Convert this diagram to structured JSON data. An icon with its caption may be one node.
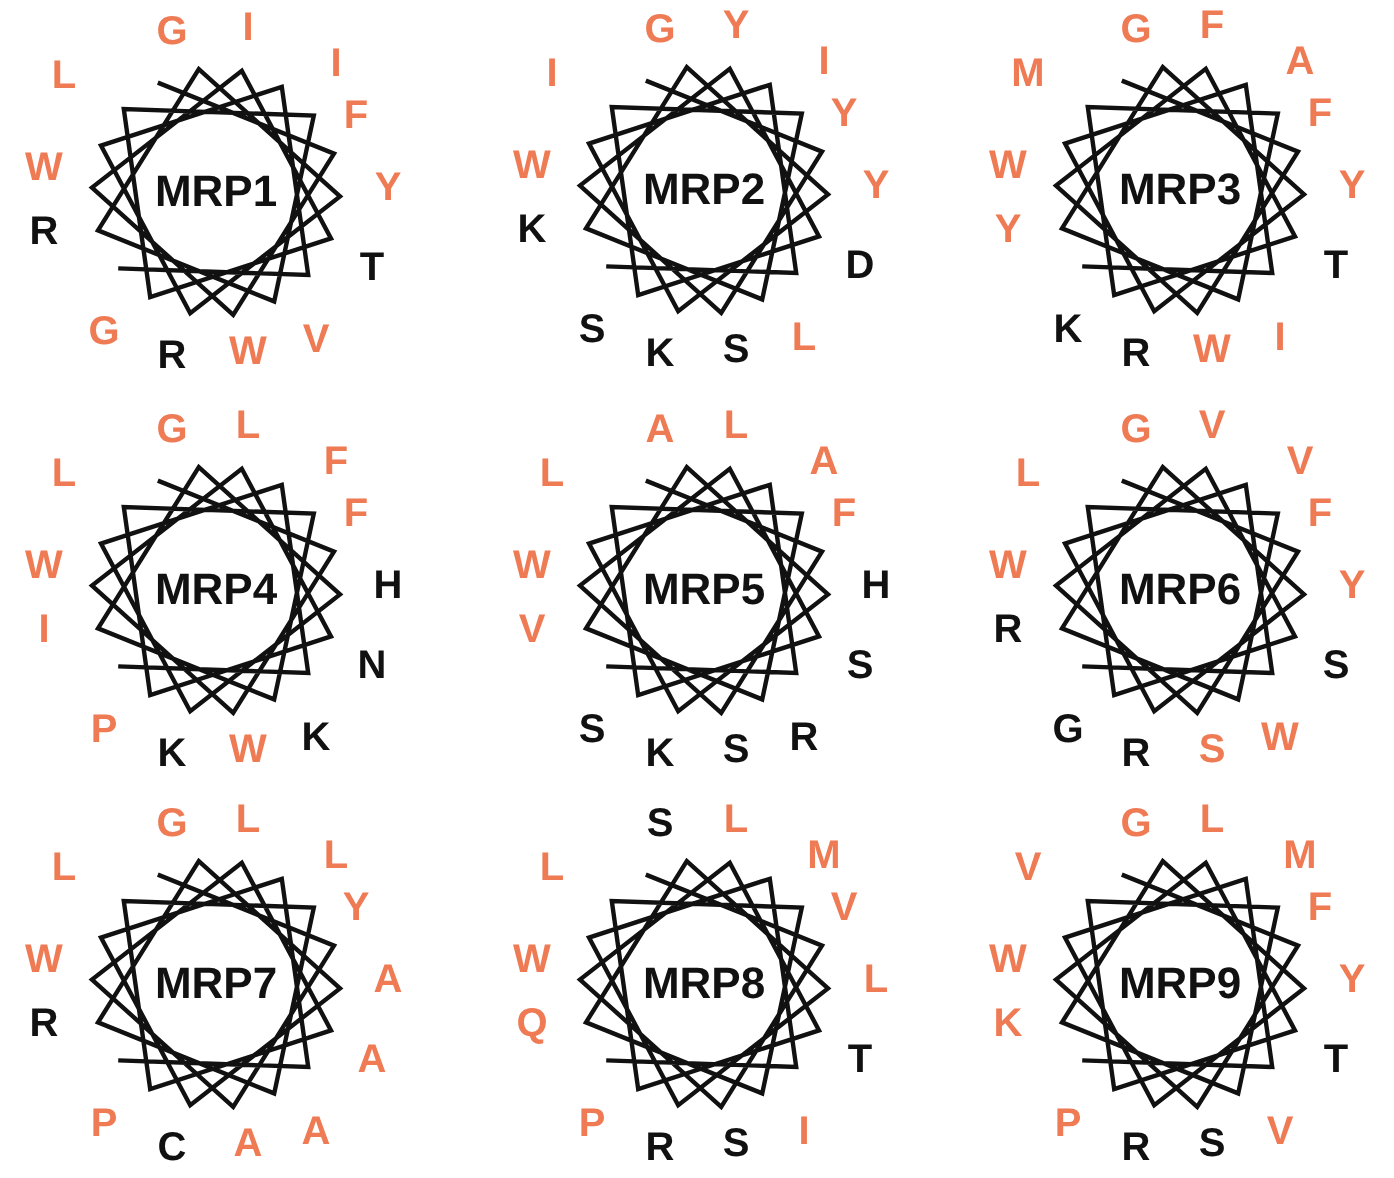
{
  "diagram": {
    "nodes": [
      {
        "text": [
          "MRP1"
        ],
        "beside": [
          "G",
          "I",
          "L",
          "I",
          "F",
          "W",
          "Y",
          "R",
          "T",
          "G",
          "R",
          "W",
          "V"
        ]
      },
      {
        "text": [
          "MRP2"
        ],
        "beside": [
          "G",
          "Y",
          "I",
          "I",
          "Y",
          "W",
          "Y",
          "K",
          "D",
          "S",
          "K",
          "S",
          "L"
        ]
      },
      {
        "text": [
          "MRP3"
        ],
        "beside": [
          "G",
          "F",
          "M",
          "A",
          "F",
          "W",
          "Y",
          "Y",
          "T",
          "K",
          "R",
          "W",
          "I"
        ]
      },
      {
        "text": [
          "MRP4"
        ],
        "beside": [
          "G",
          "L",
          "L",
          "F",
          "F",
          "W",
          "H",
          "I",
          "N",
          "P",
          "K",
          "W",
          "K"
        ]
      },
      {
        "text": [
          "MRP5"
        ],
        "beside": [
          "A",
          "L",
          "L",
          "A",
          "F",
          "W",
          "H",
          "V",
          "S",
          "S",
          "K",
          "S",
          "R"
        ]
      },
      {
        "text": [
          "MRP6"
        ],
        "beside": [
          "G",
          "V",
          "L",
          "V",
          "F",
          "W",
          "Y",
          "R",
          "S",
          "G",
          "R",
          "S",
          "W"
        ]
      },
      {
        "text": [
          "MRP7"
        ],
        "beside": [
          "G",
          "L",
          "L",
          "L",
          "Y",
          "W",
          "A",
          "R",
          "A",
          "P",
          "C",
          "A",
          "A"
        ]
      },
      {
        "text": [
          "MRP8"
        ],
        "beside": [
          "S",
          "L",
          "L",
          "M",
          "V",
          "W",
          "L",
          "Q",
          "T",
          "P",
          "R",
          "S",
          "I"
        ]
      },
      {
        "text": [
          "MRP9"
        ],
        "beside": [
          "G",
          "L",
          "V",
          "M",
          "F",
          "W",
          "Y",
          "K",
          "T",
          "P",
          "R",
          "S",
          "V"
        ]
      }
    ]
  }
}
